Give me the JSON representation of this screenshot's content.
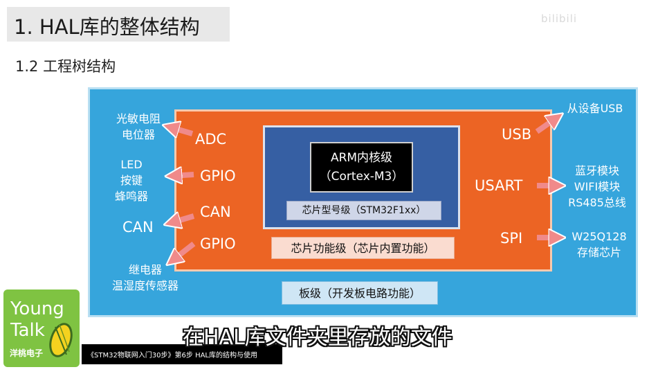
{
  "header": {
    "title": "1. HAL库的整体结构",
    "subtitle": "1.2 工程树结构",
    "watermark": "bilibili"
  },
  "diagram": {
    "arm_line1": "ARM内核级",
    "arm_line2": "（Cortex-M3）",
    "chip_type": "芯片型号级（STM32F1xx）",
    "chip_func": "芯片功能级（芯片内置功能）",
    "board": "板级（开发板电路功能）",
    "ports_left": [
      "ADC",
      "GPIO",
      "CAN",
      "GPIO"
    ],
    "ports_right": [
      "USB",
      "USART",
      "SPI"
    ],
    "ext_left": {
      "adc_line1": "光敏电阻",
      "adc_line2": "电位器",
      "gpio_line1": "LED",
      "gpio_line2": "按键",
      "gpio_line3": "蜂鸣器",
      "can": "CAN",
      "gpio2_line1": "继电器",
      "gpio2_line2": "温湿度传感器"
    },
    "ext_right": {
      "usb": "从设备USB",
      "usart_line1": "蓝牙模块",
      "usart_line2": "WIFI模块",
      "usart_line3": "RS485总线",
      "spi_line1": "W25Q128",
      "spi_line2": "存储芯片"
    },
    "colors": {
      "outer": "#36a5dc",
      "middle": "#ec6424",
      "inner": "#365fa3",
      "arrow": "#f08a8a"
    }
  },
  "logo": {
    "line1": "Young",
    "line2": "Talk",
    "line3": "洋桃电子"
  },
  "video": {
    "caption": "《STM32物联网入门30步》第6步 HAL库的结构与使用",
    "subtitle": "在HAL库文件夹里存放的文件"
  }
}
